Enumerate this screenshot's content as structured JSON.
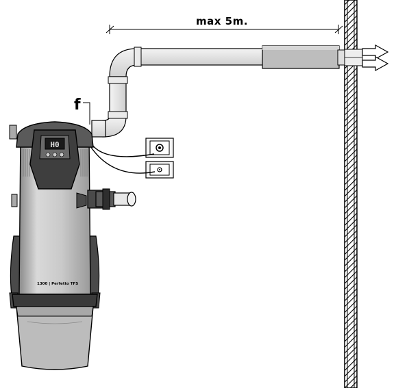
{
  "labels": {
    "distance": "max 5m.",
    "connection": "f",
    "unit_model": "1300 | Perfetto TFS",
    "display": "H0"
  },
  "colors": {
    "unit_body": "#c4c4c4",
    "unit_dark": "#4a4a4a",
    "pipe": "#e6e6e6",
    "silencer": "#bdbdbd",
    "wall": "#ffffff",
    "outline": "#000000"
  }
}
